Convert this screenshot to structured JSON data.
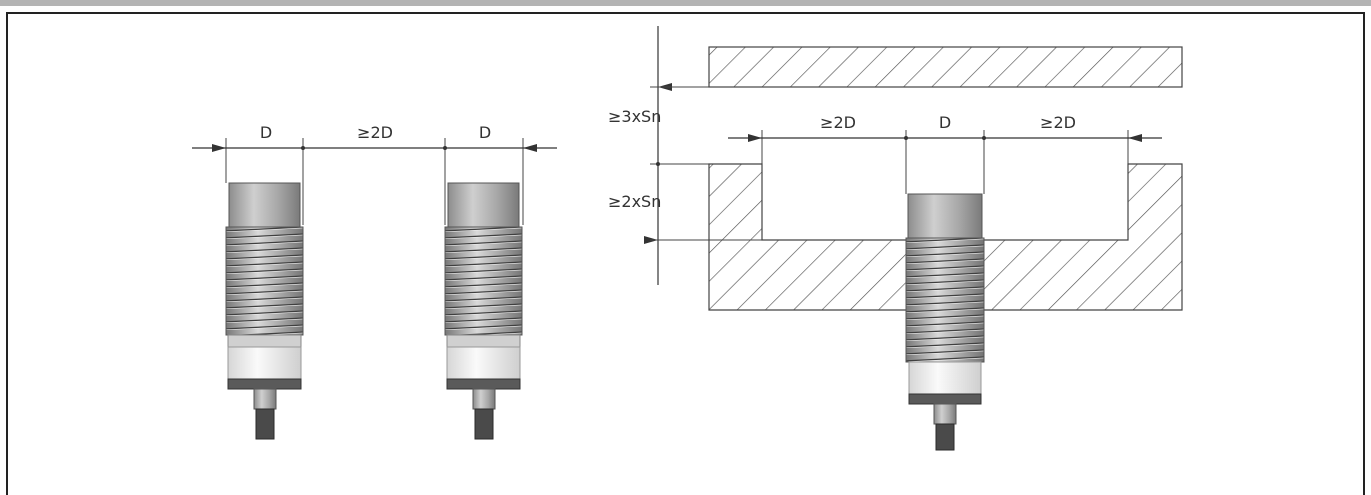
{
  "left_figure": {
    "labels": {
      "d_left": "D",
      "gap": "≥2D",
      "d_right": "D"
    }
  },
  "right_figure": {
    "labels": {
      "left_gap": "≥2D",
      "d": "D",
      "right_gap": "≥2D",
      "top_clearance": "≥3xSn",
      "recess_depth": "≥2xSn"
    }
  },
  "colors": {
    "steel": "#9a9a9a",
    "dark": "#3a3a3a",
    "line": "#333333"
  }
}
